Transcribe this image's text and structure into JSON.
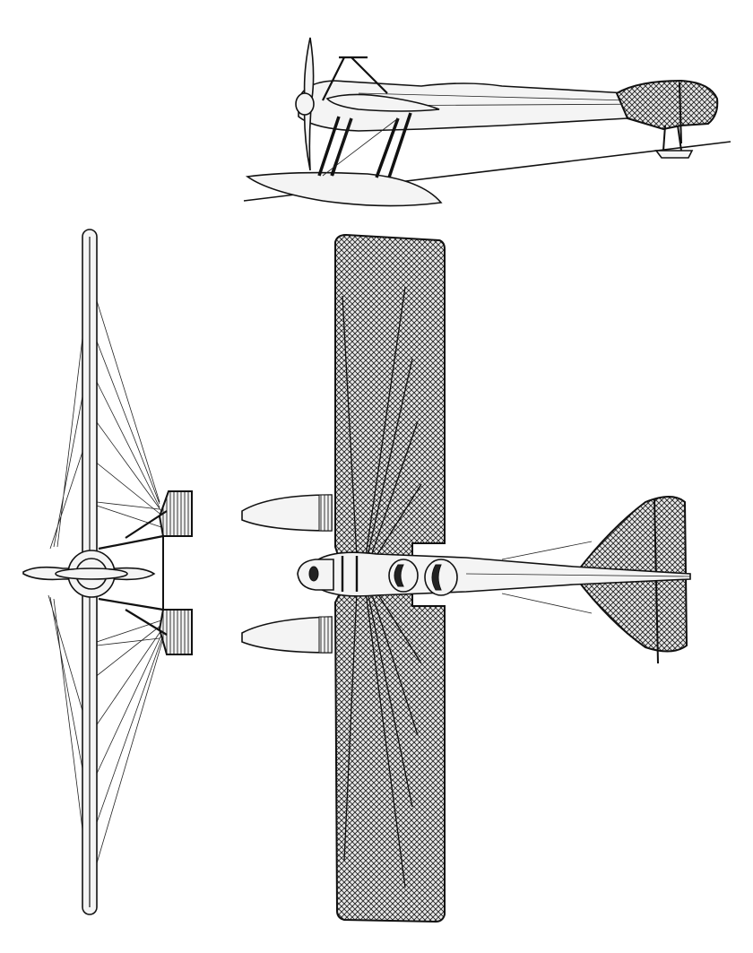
{
  "drawing": {
    "views": [
      "side",
      "front",
      "top"
    ],
    "colors": {
      "ink": "#111111",
      "paper": "#ffffff",
      "fabric": "#f4f4f4"
    }
  }
}
